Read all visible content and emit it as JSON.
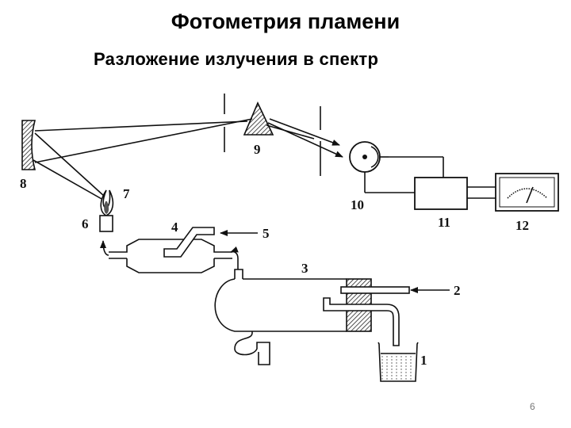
{
  "slide": {
    "title": "Фотометрия пламени",
    "subtitle": "Разложение излучения в спектр",
    "page_number": "6"
  },
  "diagram": {
    "labels": {
      "l1": "1",
      "l2": "2",
      "l3": "3",
      "l4": "4",
      "l5": "5",
      "l6": "6",
      "l7": "7",
      "l8": "8",
      "l9": "9",
      "l10": "10",
      "l11": "11",
      "l12": "12"
    }
  }
}
